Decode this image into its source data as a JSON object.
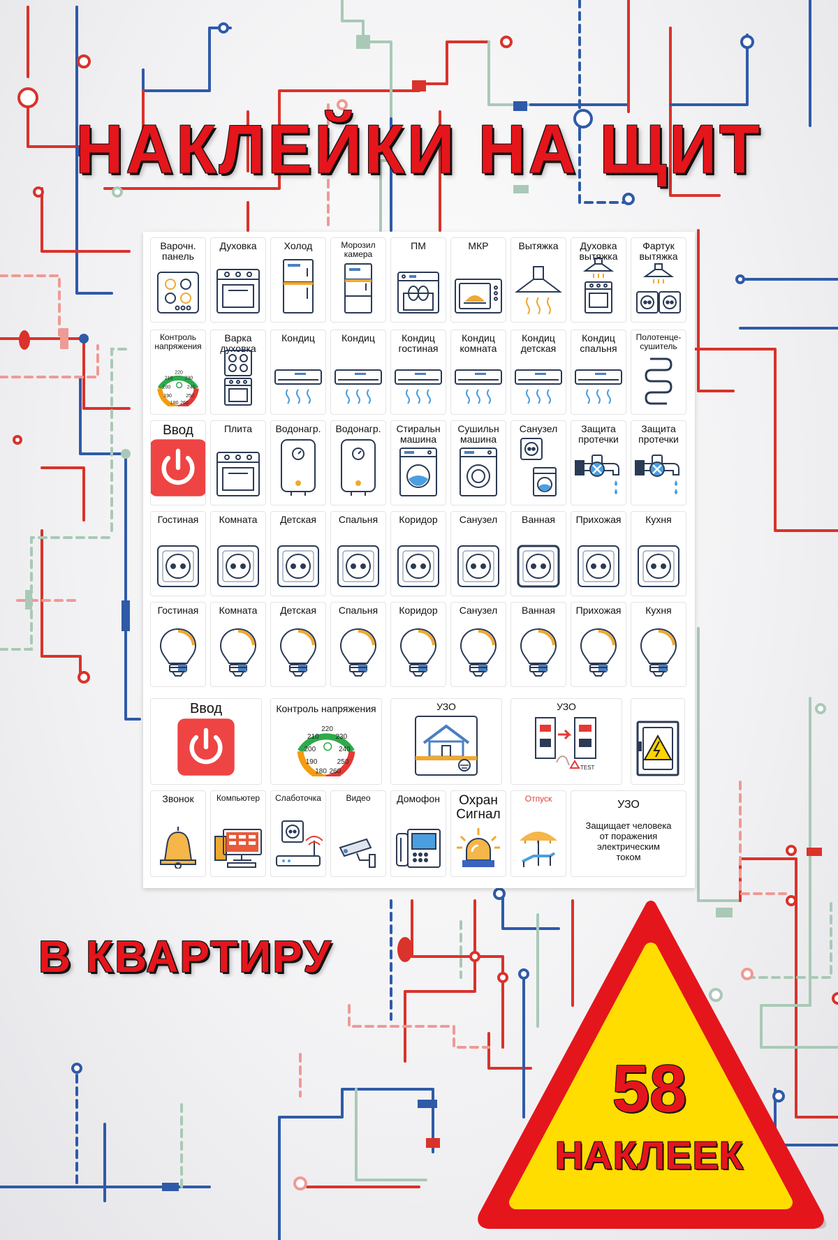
{
  "title": "НАКЛЕЙКИ НА ЩИТ",
  "subtitle": "В КВАРТИРУ",
  "badge": {
    "number": "58",
    "word": "НАКЛЕЕК"
  },
  "colors": {
    "accent_red": "#e5151c",
    "wire_red": "#d9332b",
    "wire_blue": "#2f5aa8",
    "wire_green": "#a9c9b6",
    "badge_yellow": "#ffdd00"
  },
  "sheet": {
    "rows": [
      [
        {
          "label": "Варочн.\nпанель",
          "icon": "hob-icon"
        },
        {
          "label": "Духовка",
          "icon": "oven-icon"
        },
        {
          "label": "Холод",
          "icon": "fridge-icon"
        },
        {
          "label": "Морозил\nкамера",
          "icon": "freezer-icon",
          "small": true
        },
        {
          "label": "ПМ",
          "icon": "dishwasher-icon"
        },
        {
          "label": "МКР",
          "icon": "microwave-icon"
        },
        {
          "label": "Вытяжка",
          "icon": "hood-icon"
        },
        {
          "label": "Духовка\nвытяжка",
          "icon": "oven-hood-icon"
        },
        {
          "label": "Фартук\nвытяжка",
          "icon": "hood-socket-icon"
        }
      ],
      [
        {
          "label": "Контроль\nнапряжения",
          "icon": "voltage-gauge-icon",
          "small": true
        },
        {
          "label": "Варка\nдуховка",
          "icon": "hob-oven-icon"
        },
        {
          "label": "Кондиц",
          "icon": "air-conditioner-icon"
        },
        {
          "label": "Кондиц",
          "icon": "air-conditioner-icon"
        },
        {
          "label": "Кондиц\nгостиная",
          "icon": "air-conditioner-icon"
        },
        {
          "label": "Кондиц\nкомната",
          "icon": "air-conditioner-icon"
        },
        {
          "label": "Кондиц\nдетская",
          "icon": "air-conditioner-icon"
        },
        {
          "label": "Кондиц\nспальня",
          "icon": "air-conditioner-icon"
        },
        {
          "label": "Полотенце-\nсушитель",
          "icon": "towel-dryer-icon",
          "small": true
        }
      ],
      [
        {
          "label": "Ввод",
          "icon": "power-button-icon",
          "big": true
        },
        {
          "label": "Плита",
          "icon": "oven-icon"
        },
        {
          "label": "Водонагр.",
          "icon": "water-heater-icon"
        },
        {
          "label": "Водонагр.",
          "icon": "water-heater-icon"
        },
        {
          "label": "Стиральн\nмашина",
          "icon": "washing-machine-icon"
        },
        {
          "label": "Сушильн\nмашина",
          "icon": "dryer-icon"
        },
        {
          "label": "Санузел",
          "icon": "socket-washer-icon"
        },
        {
          "label": "Защита\nпротечки",
          "icon": "leak-protection-icon"
        },
        {
          "label": "Защита\nпротечки",
          "icon": "leak-protection-icon"
        }
      ],
      [
        {
          "label": "Гостиная",
          "icon": "socket-icon"
        },
        {
          "label": "Комната",
          "icon": "socket-icon"
        },
        {
          "label": "Детская",
          "icon": "socket-icon"
        },
        {
          "label": "Спальня",
          "icon": "socket-icon"
        },
        {
          "label": "Коридор",
          "icon": "socket-icon"
        },
        {
          "label": "Санузел",
          "icon": "socket-icon"
        },
        {
          "label": "Ванная",
          "icon": "socket-icon"
        },
        {
          "label": "Прихожая",
          "icon": "socket-icon"
        },
        {
          "label": "Кухня",
          "icon": "socket-icon"
        }
      ],
      [
        {
          "label": "Гостиная",
          "icon": "bulb-icon"
        },
        {
          "label": "Комната",
          "icon": "bulb-icon"
        },
        {
          "label": "Детская",
          "icon": "bulb-icon"
        },
        {
          "label": "Спальня",
          "icon": "bulb-icon"
        },
        {
          "label": "Коридор",
          "icon": "bulb-icon"
        },
        {
          "label": "Санузел",
          "icon": "bulb-icon"
        },
        {
          "label": "Ванная",
          "icon": "bulb-icon"
        },
        {
          "label": "Прихожая",
          "icon": "bulb-icon"
        },
        {
          "label": "Кухня",
          "icon": "bulb-icon"
        }
      ]
    ],
    "wide_row": [
      {
        "label": "Ввод",
        "icon": "power-button-icon"
      },
      {
        "label": "Контроль напряжения",
        "icon": "voltage-gauge-icon"
      },
      {
        "label": "УЗО",
        "icon": "house-grounding-icon"
      },
      {
        "label": "УЗО",
        "icon": "rcd-test-icon"
      },
      {
        "label": "",
        "icon": "electrical-panel-icon"
      }
    ],
    "gauge_values": [
      "220",
      "230",
      "240",
      "250",
      "260",
      "180",
      "190",
      "200",
      "210"
    ],
    "rcd_test_text": "TEST",
    "last_row": [
      {
        "label": "Звонок",
        "icon": "bell-icon"
      },
      {
        "label": "Компьютер",
        "icon": "computer-icon",
        "small": true
      },
      {
        "label": "Слаботочка",
        "icon": "router-icon",
        "small": true
      },
      {
        "label": "Видео",
        "icon": "cctv-icon",
        "small": true
      },
      {
        "label": "Домофон",
        "icon": "intercom-icon"
      },
      {
        "label": "Охран\nСигнал",
        "icon": "alarm-light-icon",
        "big": true
      },
      {
        "label": "Отпуск",
        "icon": "vacation-icon",
        "red": true
      }
    ],
    "rcd_note": {
      "title": "УЗО",
      "text": "Защищает человека\nот поражения\nэлектрическим\nтоком"
    }
  }
}
